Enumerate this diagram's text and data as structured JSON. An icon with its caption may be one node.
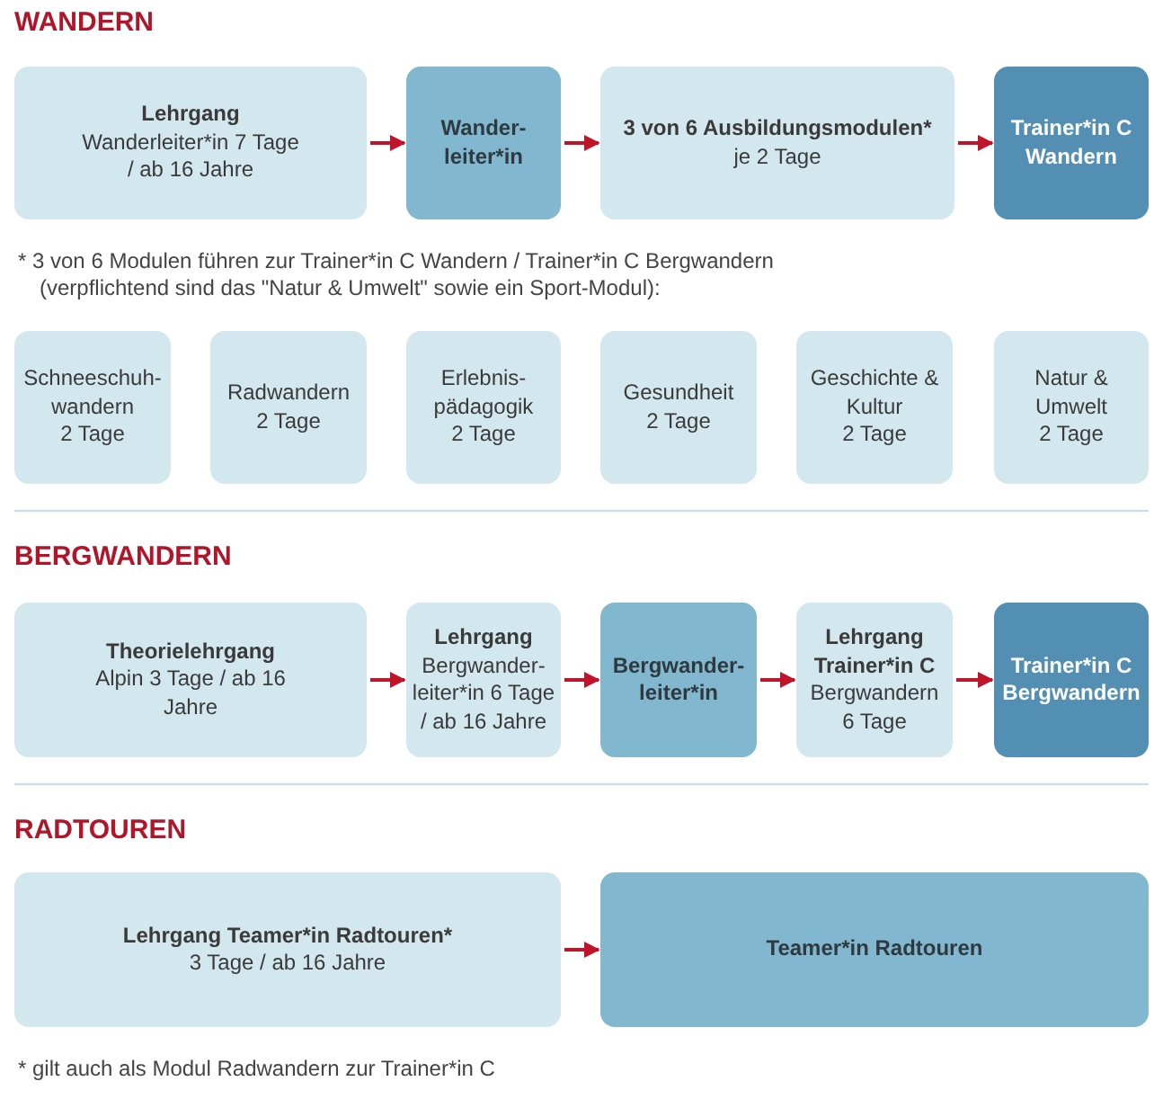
{
  "diagram": {
    "nodes": [
      {
        "text": [
          "Lehrgang",
          "Wanderleiter*in 7 Tage / ab 16 Jahre"
        ]
      },
      {
        "text": [
          "Wander-leiter*in"
        ]
      },
      {
        "text": [
          "3 von 6 Ausbildungsmodulen*",
          "je 2 Tage"
        ]
      },
      {
        "text": [
          "Trainer*in C Wandern"
        ]
      },
      {
        "text": [
          "Schneeschuh-wandern",
          "2 Tage"
        ]
      },
      {
        "text": [
          "Radwandern",
          "2 Tage"
        ]
      },
      {
        "text": [
          "Erlebnis-pädagogik",
          "2 Tage"
        ]
      },
      {
        "text": [
          "Gesundheit",
          "2 Tage"
        ]
      },
      {
        "text": [
          "Geschichte & Kultur",
          "2 Tage"
        ]
      },
      {
        "text": [
          "Natur & Umwelt",
          "2 Tage"
        ]
      },
      {
        "text": [
          "Theorielehrgang",
          "Alpin 3 Tage / ab 16 Jahre"
        ]
      },
      {
        "text": [
          "Lehrgang",
          "Bergwander-leiter*in 6 Tage / ab 16 Jahre"
        ]
      },
      {
        "text": [
          "Bergwander-leiter*in"
        ]
      },
      {
        "text": [
          "Lehrgang Trainer*in C",
          "Bergwandern 6 Tage"
        ]
      },
      {
        "text": [
          "Trainer*in C Bergwandern"
        ]
      },
      {
        "text": [
          "Lehrgang Teamer*in Radtouren*",
          "3 Tage / ab 16 Jahre"
        ]
      },
      {
        "text": [
          "Teamer*in Radtouren"
        ]
      }
    ],
    "edges": [
      {
        "from": 0,
        "to": 1,
        "arrow": "to"
      },
      {
        "from": 1,
        "to": 2,
        "arrow": "to"
      },
      {
        "from": 2,
        "to": 3,
        "arrow": "to"
      },
      {
        "from": 10,
        "to": 11,
        "arrow": "to"
      },
      {
        "from": 11,
        "to": 12,
        "arrow": "to"
      },
      {
        "from": 12,
        "to": 13,
        "arrow": "to"
      },
      {
        "from": 13,
        "to": 14,
        "arrow": "to"
      },
      {
        "from": 15,
        "to": 16,
        "arrow": "to"
      }
    ],
    "labels": [
      "WANDERN",
      "* 3 von 6 Modulen führen zur Trainer*in C Wandern / Trainer*in C Bergwandern (verpflichtend sind das \"Natur & Umwelt\" sowie ein Sport-Modul):",
      "BERGWANDERN",
      "RADTOUREN",
      "* gilt auch als Modul Radwandern zur Trainer*in C"
    ]
  }
}
